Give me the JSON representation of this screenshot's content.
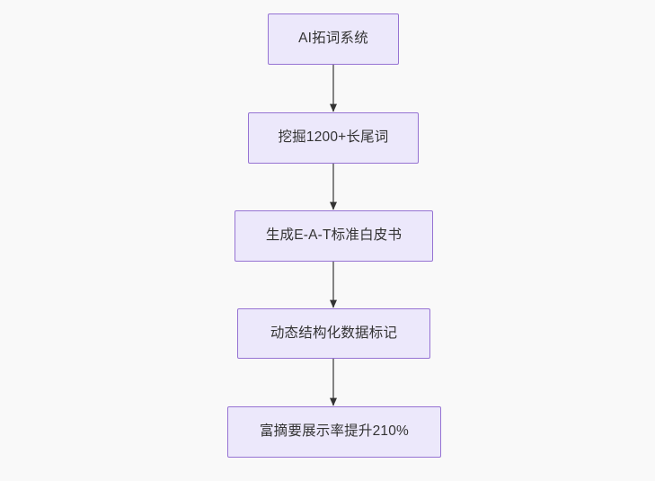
{
  "diagram": {
    "type": "flowchart",
    "direction": "top-to-bottom",
    "background_color": "#f9f9f9",
    "node_fill_color": "#ece8fb",
    "node_border_color": "#9673d3",
    "node_text_color": "#333333",
    "edge_color": "#666666",
    "arrowhead_color": "#333333",
    "nodes": [
      {
        "id": "node-0",
        "label": "AI拓词系统"
      },
      {
        "id": "node-1",
        "label": "挖掘1200+长尾词"
      },
      {
        "id": "node-2",
        "label": "生成E-A-T标准白皮书"
      },
      {
        "id": "node-3",
        "label": "动态结构化数据标记"
      },
      {
        "id": "node-4",
        "label": "富摘要展示率提升210%"
      }
    ],
    "edges": [
      {
        "from": "node-0",
        "to": "node-1",
        "label": ""
      },
      {
        "from": "node-1",
        "to": "node-2",
        "label": ""
      },
      {
        "from": "node-2",
        "to": "node-3",
        "label": ""
      },
      {
        "from": "node-3",
        "to": "node-4",
        "label": ""
      }
    ]
  }
}
